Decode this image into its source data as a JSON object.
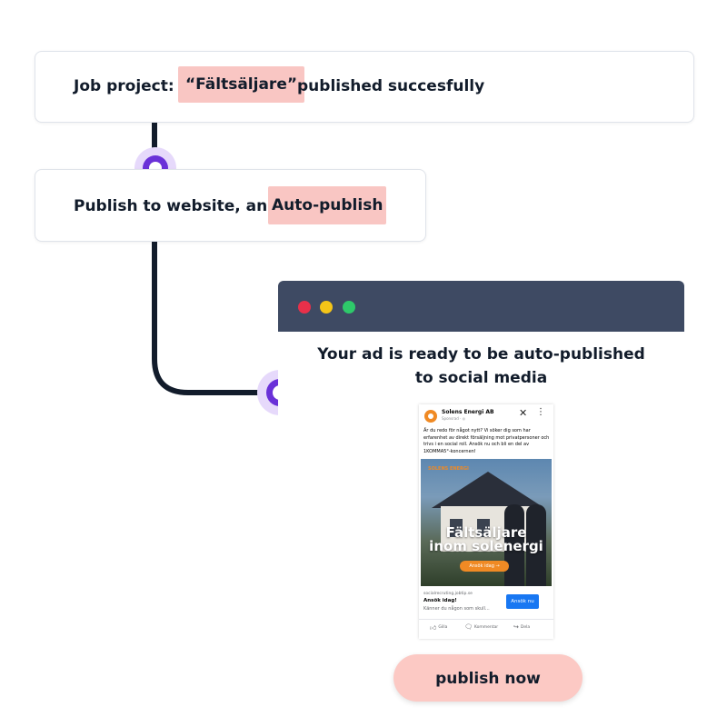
{
  "steps": {
    "job_prefix": "Job project:",
    "job_name": "“Fältsäljare”",
    "job_suffix": "published succesfully",
    "publish_prefix": "Publish to website, and",
    "publish_highlight": "Auto-publish"
  },
  "browser": {
    "title_line1": "Your ad is ready to be auto-published",
    "title_line2": "to social media",
    "dots": [
      "#e8304a",
      "#f5c518",
      "#2ec96a"
    ]
  },
  "ad_preview": {
    "company": "Solens Energi AB",
    "sponsored": "Sponsrad · ◎",
    "body": "Är du redo för något nytt? Vi söker dig som har erfarenhet av direkt försäljning mot privatpersoner och trivs i en social roll. Ansök nu och bli en del av 1KOMMA5°-koncernen!",
    "image_logo": "SOLENS ENERGI",
    "image_headline_1": "Fältsäljare",
    "image_headline_2": "inom solenergi",
    "image_cta": "Ansök idag →",
    "link_url": "socialrecruting.jobtip.se",
    "link_headline": "Ansök idag!",
    "link_desc": "Känner du någon som skull...",
    "cta_button": "Ansök nu",
    "actions": [
      "Gilla",
      "Kommentar",
      "Dela"
    ]
  },
  "cta": {
    "publish_label": "publish now"
  },
  "colors": {
    "accent_purple": "#6a31d8",
    "highlight_pink": "#f9c6c3",
    "browser_bar": "#3e4a63",
    "line": "#121c2b"
  }
}
